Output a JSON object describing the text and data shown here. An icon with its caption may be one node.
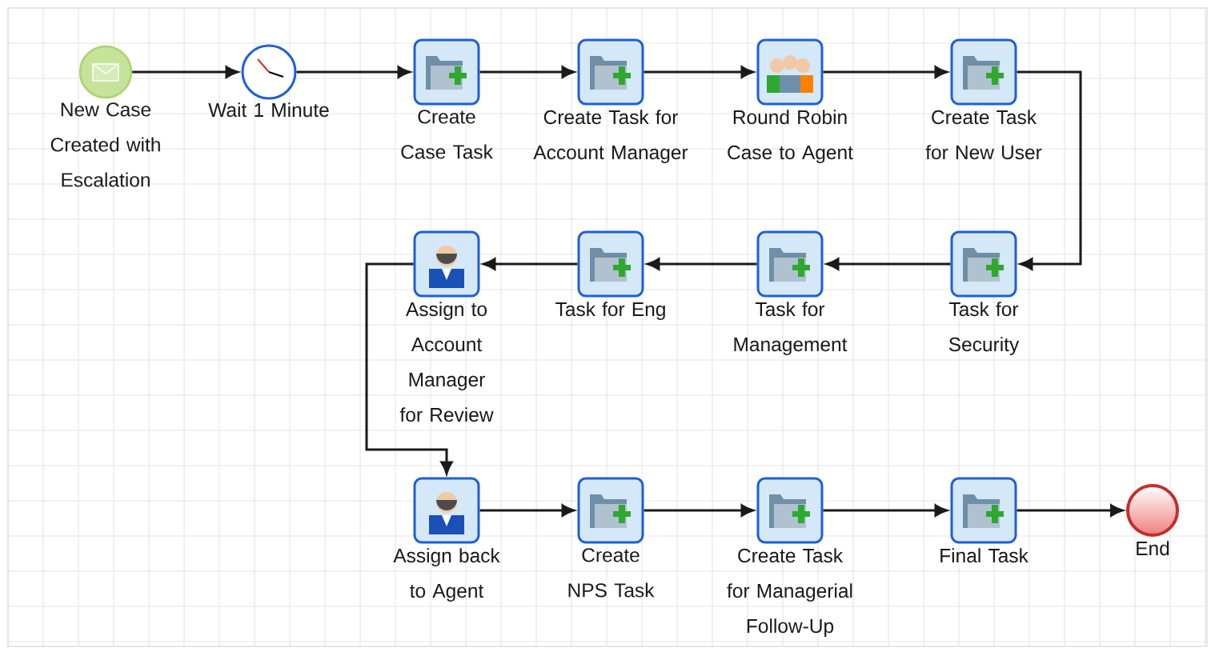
{
  "diagram": {
    "nodes": [
      {
        "text": [
          "New Case Created with Escalation"
        ]
      },
      {
        "text": [
          "Wait 1 Minute"
        ]
      },
      {
        "text": [
          "Create Case Task"
        ]
      },
      {
        "text": [
          "Create Task for Account Manager"
        ]
      },
      {
        "text": [
          "Round Robin Case to Agent"
        ]
      },
      {
        "text": [
          "Create Task for New User"
        ]
      },
      {
        "text": [
          "Task for Security"
        ]
      },
      {
        "text": [
          "Task for Management"
        ]
      },
      {
        "text": [
          "Task for Eng"
        ]
      },
      {
        "text": [
          "Assign to Account Manager for Review"
        ]
      },
      {
        "text": [
          "Assign back to Agent"
        ]
      },
      {
        "text": [
          "Create NPS Task"
        ]
      },
      {
        "text": [
          "Create Task for Managerial Follow-Up"
        ]
      },
      {
        "text": [
          "Final Task"
        ]
      },
      {
        "text": [
          "End"
        ]
      }
    ],
    "edges": [
      {
        "from": 0,
        "to": 1,
        "arrow": "to"
      },
      {
        "from": 1,
        "to": 2,
        "arrow": "to"
      },
      {
        "from": 2,
        "to": 3,
        "arrow": "to"
      },
      {
        "from": 3,
        "to": 4,
        "arrow": "to"
      },
      {
        "from": 4,
        "to": 5,
        "arrow": "to"
      },
      {
        "from": 5,
        "to": 6,
        "arrow": "to"
      },
      {
        "from": 6,
        "to": 7,
        "arrow": "to"
      },
      {
        "from": 7,
        "to": 8,
        "arrow": "to"
      },
      {
        "from": 8,
        "to": 9,
        "arrow": "to"
      },
      {
        "from": 9,
        "to": 10,
        "arrow": "to"
      },
      {
        "from": 10,
        "to": 11,
        "arrow": "to"
      },
      {
        "from": 11,
        "to": 12,
        "arrow": "to"
      },
      {
        "from": 12,
        "to": 13,
        "arrow": "to"
      },
      {
        "from": 13,
        "to": 14,
        "arrow": "to"
      }
    ]
  }
}
